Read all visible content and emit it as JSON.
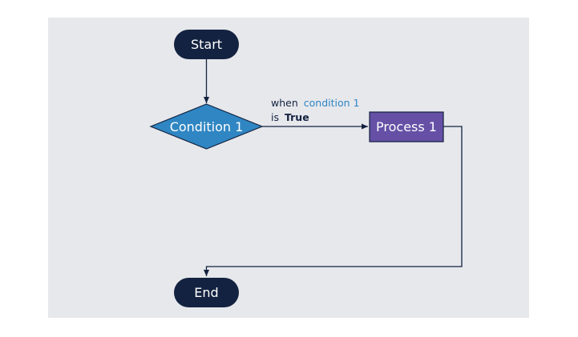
{
  "nodes": {
    "start": {
      "label": "Start"
    },
    "condition": {
      "label": "Condition 1"
    },
    "process": {
      "label": "Process 1"
    },
    "end": {
      "label": "End"
    }
  },
  "edge_label": {
    "when": "when",
    "condition_ref": "condition 1",
    "is": "is",
    "value": "True"
  },
  "colors": {
    "canvas": "#e7e8ec",
    "terminal": "#132240",
    "condition": "#2f86c3",
    "process": "#6550a6",
    "connector": "#132240",
    "highlight": "#2f86c3"
  }
}
